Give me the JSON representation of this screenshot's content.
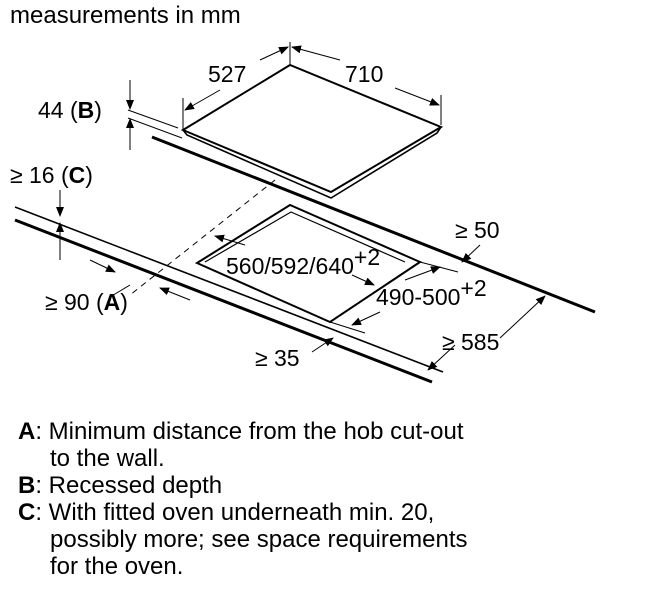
{
  "title": "measurements in mm",
  "dimensions": {
    "hob_depth": "527",
    "hob_width": "710",
    "recess_depth": "44",
    "recess_key": "B",
    "oven_gap": "≥ 16",
    "oven_key": "C",
    "back_clearance": "≥ 50",
    "cutout_width": "560/592/640",
    "cutout_width_tol": "+2",
    "cutout_depth": "490-500",
    "cutout_depth_tol": "+2",
    "wall_distance": "≥ 90",
    "wall_key": "A",
    "worktop_depth": "≥ 585",
    "front_clearance": "≥ 35"
  },
  "legend": [
    {
      "key": "A",
      "text": ": Minimum distance from the hob cut-out",
      "cont": [
        "to the wall."
      ]
    },
    {
      "key": "B",
      "text": ": Recessed depth",
      "cont": []
    },
    {
      "key": "C",
      "text": ": With fitted oven underneath min. 20,",
      "cont": [
        "possibly more; see space requirements",
        "for the oven."
      ]
    }
  ]
}
